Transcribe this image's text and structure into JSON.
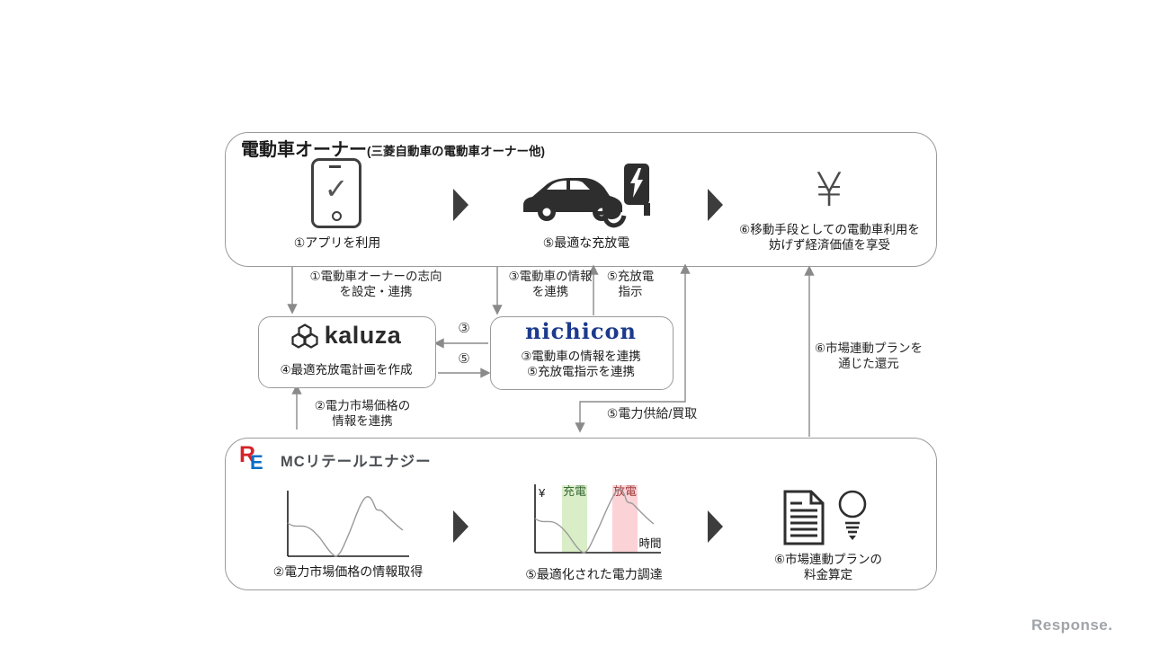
{
  "owner_box": {
    "title": "電動車オーナー",
    "title_note": "(三菱自動車の電動車オーナー他)",
    "app_label": "①アプリを利用",
    "charge_label": "⑤最適な充放電",
    "yen_symbol": "¥",
    "value_line1": "⑥移動手段としての電動車利用を",
    "value_line2": "妨げず経済価値を享受"
  },
  "kaluza": {
    "logo_text": "kaluza",
    "label": "④最適充放電計画を作成"
  },
  "nichicon": {
    "logo_text": "nichicon",
    "line1": "③電動車の情報を連携",
    "line2": "⑤充放電指示を連携"
  },
  "mc": {
    "logo_r": "R",
    "logo_e": "E",
    "company": "MCリテールエナジー",
    "price_label": "②電力市場価格の情報取得",
    "procure_label": "⑤最適化された電力調達",
    "plan_line1": "⑥市場連動プランの",
    "plan_line2": "料金算定"
  },
  "arrows": {
    "owner_to_kaluza_1": "①電動車オーナーの志向",
    "owner_to_kaluza_2": "を設定・連携",
    "owner_to_nichicon_1": "③電動車の情報",
    "owner_to_nichicon_2": "を連携",
    "nichicon_to_owner_1": "⑤充放電",
    "nichicon_to_owner_2": "指示",
    "nichicon_to_kaluza_num": "③",
    "kaluza_to_nichicon_num": "⑤",
    "mc_to_kaluza_1": "②電力市場価格の",
    "mc_to_kaluza_2": "情報を連携",
    "supply_label": "⑤電力供給/買取",
    "plan_return_1": "⑥市場連動プランを",
    "plan_return_2": "通じた還元"
  },
  "chart_data": [
    {
      "type": "line",
      "title": "②電力市場価格の情報取得",
      "xlabel": "",
      "ylabel": "",
      "description": "illustrative electricity market price curve over time"
    },
    {
      "type": "line",
      "title": "⑤最適化された電力調達",
      "ylabel": "¥",
      "xlabel": "時間",
      "bands": [
        {
          "label": "充電",
          "color": "#d9edc6"
        },
        {
          "label": "放電",
          "color": "#fbd3d7"
        }
      ],
      "description": "same price curve with charge band at low-price valley and discharge band at high-price peak"
    }
  ],
  "watermark": "Response.",
  "colors": {
    "nichicon_navy": "#1b3a8c",
    "mc_red": "#d5232a",
    "mc_blue": "#0d6ec6",
    "arrow_gray": "#8a8a8a",
    "icon_dark": "#2e2e2e"
  }
}
